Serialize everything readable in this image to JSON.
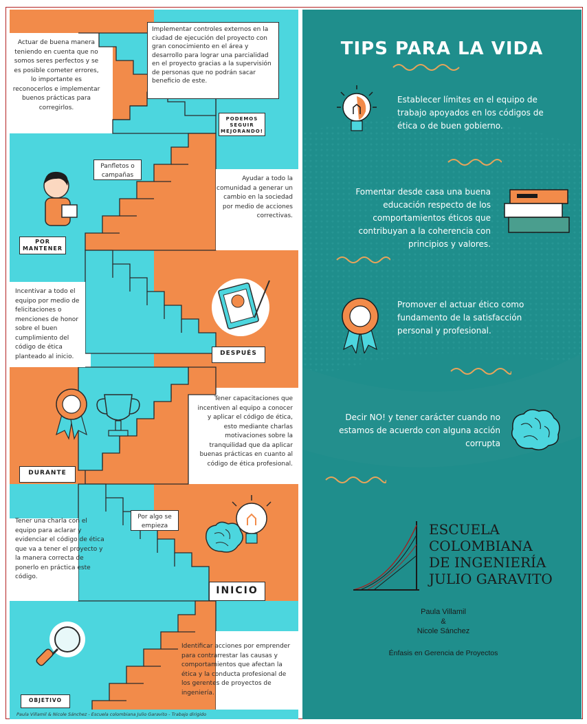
{
  "left": {
    "s1": {
      "left_text": "Actuar de buena manera teniendo en cuenta que no somos seres perfectos y se es posible cometer errores, lo importante es reconocerlos e implementar buenos prácticas para corregirlos.",
      "bubble": "Implementar controles externos en la ciudad de ejecución del proyecto con gran conocimiento en el área y desarrollo para lograr una parcialidad en el proyecto gracias a la supervisión de personas que no podrán sacar beneficio de este.",
      "tag": "PODEMOS SEGUIR MEJORANDO!"
    },
    "s2": {
      "bubble": "Panfletos o campañas",
      "right_text": "Ayudar a todo la comunidad a generar un cambio en la sociedad por medio de acciones correctivas.",
      "tag": "POR MANTENER"
    },
    "s3": {
      "left_text": "Incentivar a todo el equipo por medio de felicitaciones o menciones de honor sobre el buen cumplimiento del código de ética planteado al inicio.",
      "tag": "DESPUÉS"
    },
    "s4": {
      "right_text": "Tener capacitaciones que incentiven al equipo a conocer y aplicar el código de ética, esto mediante charlas motivaciones sobre la tranquilidad que da aplicar buenas prácticas en cuanto al código de ética profesional.",
      "tag": "DURANTE"
    },
    "s5": {
      "left_text": "Tener una charla con el equipo para aclarar y evidenciar el código de ética que va a tener el proyecto y la manera correcta de ponerlo en práctica este código.",
      "bubble": "Por algo se empieza",
      "tag": "INICIO"
    },
    "s6": {
      "right_text": "Identificar acciones por emprender para contrarrestar las causas y comportamientos que afectan la ética y la conducta profesional de los gerentes de proyectos de ingeniería.",
      "tag": "OBJETIVO"
    },
    "footer": "Paula Villamil & Nicole Sánchez - Escuela colombiana Julio Garavito - Trabajo dirigido"
  },
  "right": {
    "title": "TIPS PARA LA VIDA",
    "tip1": "Establecer límites en el equipo de trabajo apoyados en los códigos de ética o de buen gobierno.",
    "tip2": "Fomentar desde casa una buena educación respecto de los comportamientos éticos que contribuyan a la coherencia con principios y valores.",
    "tip3": "Promover el actuar ético como fundamento de la satisfacción personal y profesional.",
    "tip4": "Decir NO! y tener carácter cuando no estamos de acuerdo con alguna acción corrupta",
    "logo": {
      "line1": "ESCUELA",
      "line2": "COLOMBIANA",
      "line3": "DE INGENIERÍA",
      "line4": "JULIO GARAVITO"
    },
    "author1": "Paula Villamil",
    "amp": "&",
    "author2": "Nicole Sánchez",
    "emphasis": "Énfasis en Gerencia de Proyectos"
  },
  "colors": {
    "orange": "#f28b4a",
    "cyan": "#4cd6de",
    "teal": "#1f8e8c",
    "dark": "#2b2b2b",
    "squiggle": "#e9a45a"
  },
  "icons": [
    "lightbulb-icon",
    "books-icon",
    "medal-icon",
    "brain-icon",
    "clipboard-icon",
    "trophy-icon",
    "magnifier-icon",
    "boy-icon",
    "university-logo-icon"
  ]
}
